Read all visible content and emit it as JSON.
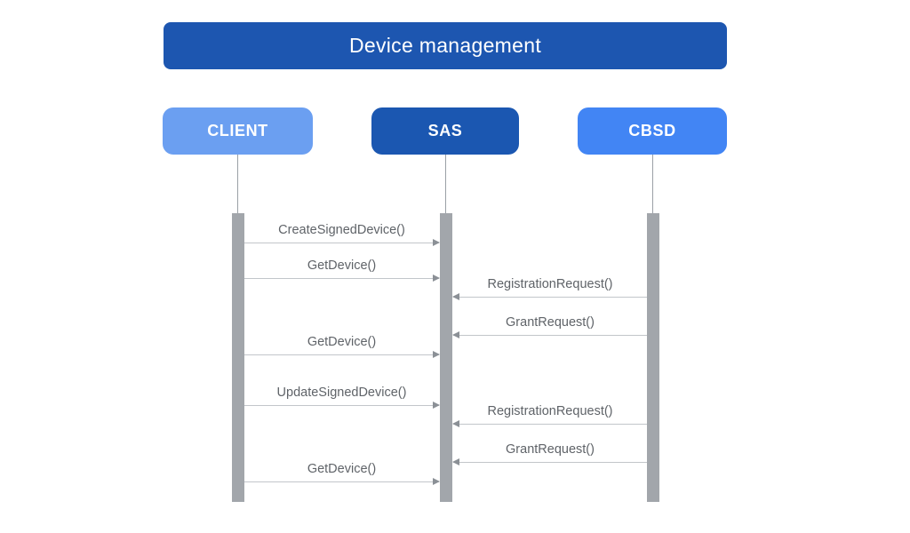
{
  "title": "Device management",
  "actors": [
    {
      "id": "client",
      "label": "CLIENT",
      "color": "#6b9ff1"
    },
    {
      "id": "sas",
      "label": "SAS",
      "color": "#1b57b1"
    },
    {
      "id": "cbsd",
      "label": "CBSD",
      "color": "#4285f4"
    }
  ],
  "messages": [
    {
      "label": "CreateSignedDevice()",
      "from": "CLIENT",
      "to": "SAS"
    },
    {
      "label": "GetDevice()",
      "from": "CLIENT",
      "to": "SAS"
    },
    {
      "label": "RegistrationRequest()",
      "from": "CBSD",
      "to": "SAS"
    },
    {
      "label": "GrantRequest()",
      "from": "CBSD",
      "to": "SAS"
    },
    {
      "label": "GetDevice()",
      "from": "CLIENT",
      "to": "SAS"
    },
    {
      "label": "UpdateSignedDevice()",
      "from": "CLIENT",
      "to": "SAS"
    },
    {
      "label": "RegistrationRequest()",
      "from": "CBSD",
      "to": "SAS"
    },
    {
      "label": "GrantRequest()",
      "from": "CBSD",
      "to": "SAS"
    },
    {
      "label": "GetDevice()",
      "from": "CLIENT",
      "to": "SAS"
    }
  ],
  "colors": {
    "title_bg": "#1d56b0",
    "activation_bar": "#a2a6ab",
    "lifeline": "#9aa0a6",
    "arrow_line": "#c2c6ca",
    "arrow_head": "#8b9096",
    "label_text": "#5f6368"
  }
}
